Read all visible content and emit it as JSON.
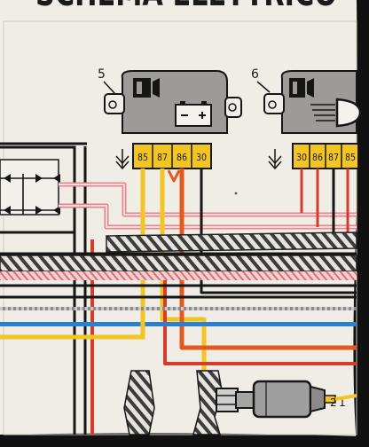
{
  "header": {
    "title": "SCHEMA ELETTRICO"
  },
  "components": [
    {
      "number": "5",
      "name": "relay-horn",
      "terminals": [
        "85",
        "87",
        "86",
        "30"
      ]
    },
    {
      "number": "6",
      "name": "relay-headlight",
      "terminals": [
        "30",
        "86",
        "87",
        "85"
      ]
    }
  ],
  "coil_terminal": {
    "label": "2",
    "suffix": "1"
  },
  "colors": {
    "red": "#d83a2e",
    "yellow": "#f3c522",
    "blue": "#2a7fcf",
    "black": "#161616",
    "pink": "#e9858a",
    "orange": "#e25a1e",
    "paper": "#efede6"
  }
}
